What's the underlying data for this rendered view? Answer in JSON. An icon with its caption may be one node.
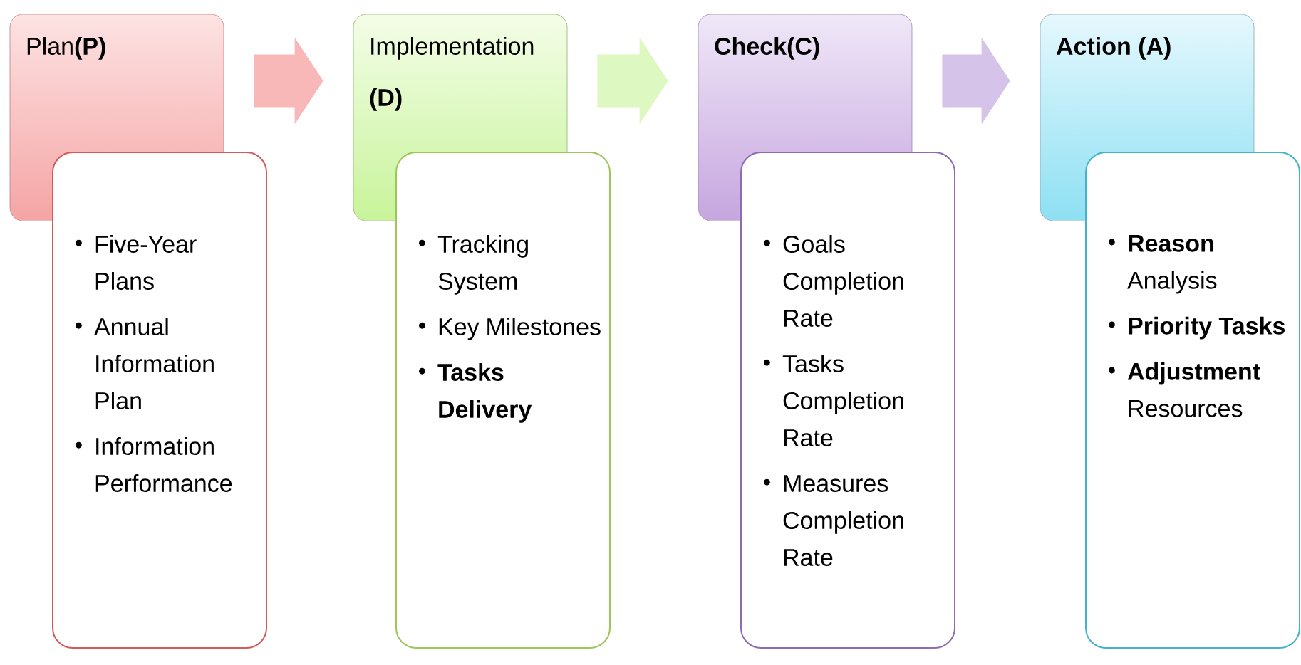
{
  "diagram": {
    "nodes": [
      {
        "text": [
          "Plan**(P)**"
        ]
      },
      {
        "text": [
          "Five-Year Plans",
          "Annual Information Plan",
          "Information Performance"
        ]
      },
      {
        "text": [
          "Implementation **(D)**"
        ]
      },
      {
        "text": [
          "Tracking System",
          "Key Milestones",
          "Tasks Delivery"
        ]
      },
      {
        "text": [
          "Check(C)"
        ]
      },
      {
        "text": [
          "Goals Completion Rate",
          "Tasks Completion Rate",
          "Measures Completion Rate"
        ]
      },
      {
        "text": [
          "Action (A)"
        ]
      },
      {
        "text": [
          "**Reason** Analysis",
          "Priority Tasks",
          "**Adjustment** Resources"
        ]
      }
    ],
    "edges": [
      {
        "from": 0,
        "to": 2,
        "arrow": "to",
        "color": "#f8b8b8"
      },
      {
        "from": 2,
        "to": 4,
        "arrow": "to",
        "color": "#def8c2"
      },
      {
        "from": 4,
        "to": 6,
        "arrow": "to",
        "color": "#d6c3ea"
      }
    ]
  }
}
